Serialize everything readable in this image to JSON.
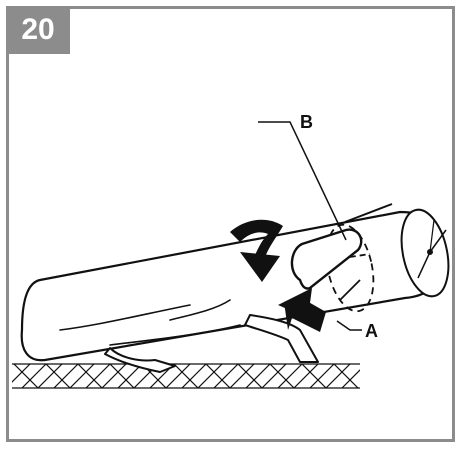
{
  "figure": {
    "step_number": "20",
    "callouts": {
      "a": "A",
      "b": "B"
    },
    "colors": {
      "frame": "#8c8c8c",
      "badge_text": "#ffffff",
      "line_art": "#111111"
    }
  }
}
